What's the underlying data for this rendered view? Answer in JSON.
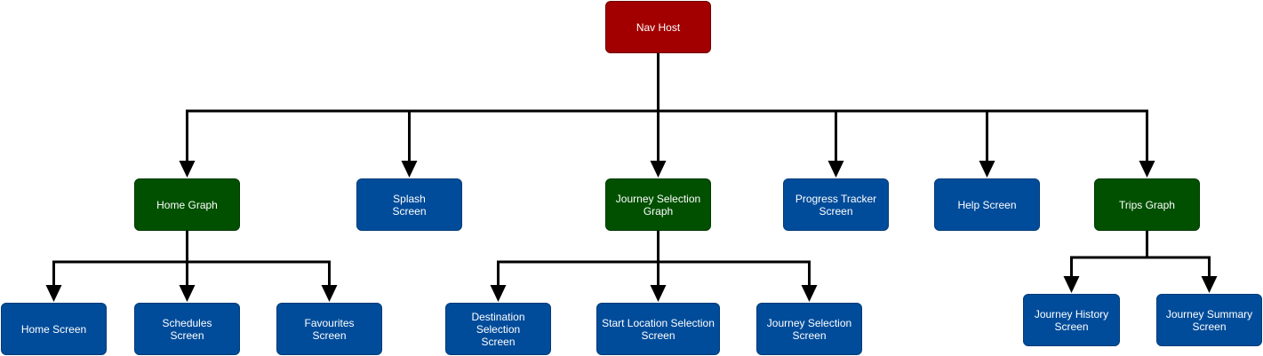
{
  "colors": {
    "root_fill": "#a20000",
    "graph_fill": "#005000",
    "screen_fill": "#004c9a",
    "connector": "#000000",
    "text": "#ffffff"
  },
  "nodes": {
    "nav_host": {
      "label": "Nav Host",
      "kind": "root"
    },
    "home_graph": {
      "label": "Home Graph",
      "kind": "graph"
    },
    "splash_screen": {
      "label": "Splash\nScreen",
      "kind": "screen"
    },
    "journey_selection_graph": {
      "label": "Journey Selection\nGraph",
      "kind": "graph"
    },
    "progress_tracker_screen": {
      "label": "Progress Tracker\nScreen",
      "kind": "screen"
    },
    "help_screen": {
      "label": "Help Screen",
      "kind": "screen"
    },
    "trips_graph": {
      "label": "Trips Graph",
      "kind": "graph"
    },
    "home_screen": {
      "label": "Home Screen",
      "kind": "screen"
    },
    "schedules_screen": {
      "label": "Schedules\nScreen",
      "kind": "screen"
    },
    "favourites_screen": {
      "label": "Favourites\nScreen",
      "kind": "screen"
    },
    "destination_selection_screen": {
      "label": "Destination Selection\nScreen",
      "kind": "screen"
    },
    "start_location_selection_screen": {
      "label": "Start Location Selection\nScreen",
      "kind": "screen"
    },
    "journey_selection_screen": {
      "label": "Journey Selection\nScreen",
      "kind": "screen"
    },
    "journey_history_screen": {
      "label": "Journey History\nScreen",
      "kind": "screen"
    },
    "journey_summary_screen": {
      "label": "Journey Summary\nScreen",
      "kind": "screen"
    }
  },
  "edges": [
    {
      "from": "nav_host",
      "to": "home_graph"
    },
    {
      "from": "nav_host",
      "to": "splash_screen"
    },
    {
      "from": "nav_host",
      "to": "journey_selection_graph"
    },
    {
      "from": "nav_host",
      "to": "progress_tracker_screen"
    },
    {
      "from": "nav_host",
      "to": "help_screen"
    },
    {
      "from": "nav_host",
      "to": "trips_graph"
    },
    {
      "from": "home_graph",
      "to": "home_screen"
    },
    {
      "from": "home_graph",
      "to": "schedules_screen"
    },
    {
      "from": "home_graph",
      "to": "favourites_screen"
    },
    {
      "from": "journey_selection_graph",
      "to": "destination_selection_screen"
    },
    {
      "from": "journey_selection_graph",
      "to": "start_location_selection_screen"
    },
    {
      "from": "journey_selection_graph",
      "to": "journey_selection_screen"
    },
    {
      "from": "trips_graph",
      "to": "journey_history_screen"
    },
    {
      "from": "trips_graph",
      "to": "journey_summary_screen"
    }
  ]
}
